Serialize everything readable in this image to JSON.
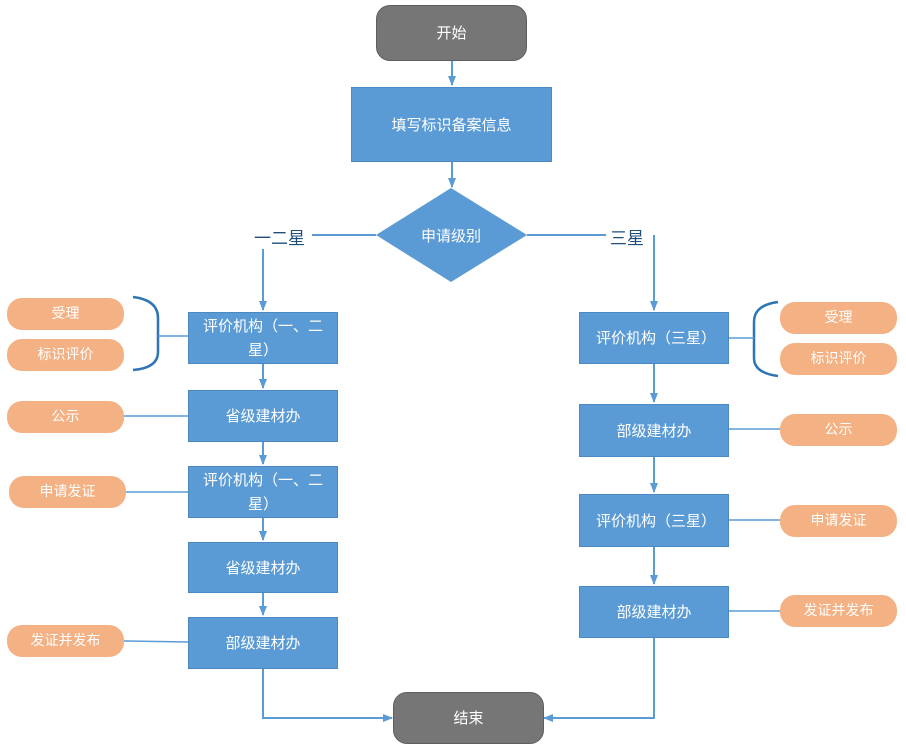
{
  "start": "开始",
  "end": "结束",
  "fill_info": "填写标识备案信息",
  "decision": "申请级别",
  "branch_left": "一二星",
  "branch_right": "三星",
  "left_steps": [
    "评价机构（一、二星）",
    "省级建材办",
    "评价机构（一、二星）",
    "省级建材办",
    "部级建材办"
  ],
  "right_steps": [
    "评价机构（三星）",
    "部级建材办",
    "评价机构（三星）",
    "部级建材办"
  ],
  "left_tags": [
    "受理",
    "标识评价",
    "公示",
    "申请发证",
    "发证并发布"
  ],
  "right_tags": [
    "受理",
    "标识评价",
    "公示",
    "申请发证",
    "发证并发布"
  ],
  "colors": {
    "process": "#5b9bd5",
    "terminal": "#767676",
    "tag": "#f4b183",
    "connector": "#5b9bd5",
    "bracket": "#2e75b6"
  }
}
